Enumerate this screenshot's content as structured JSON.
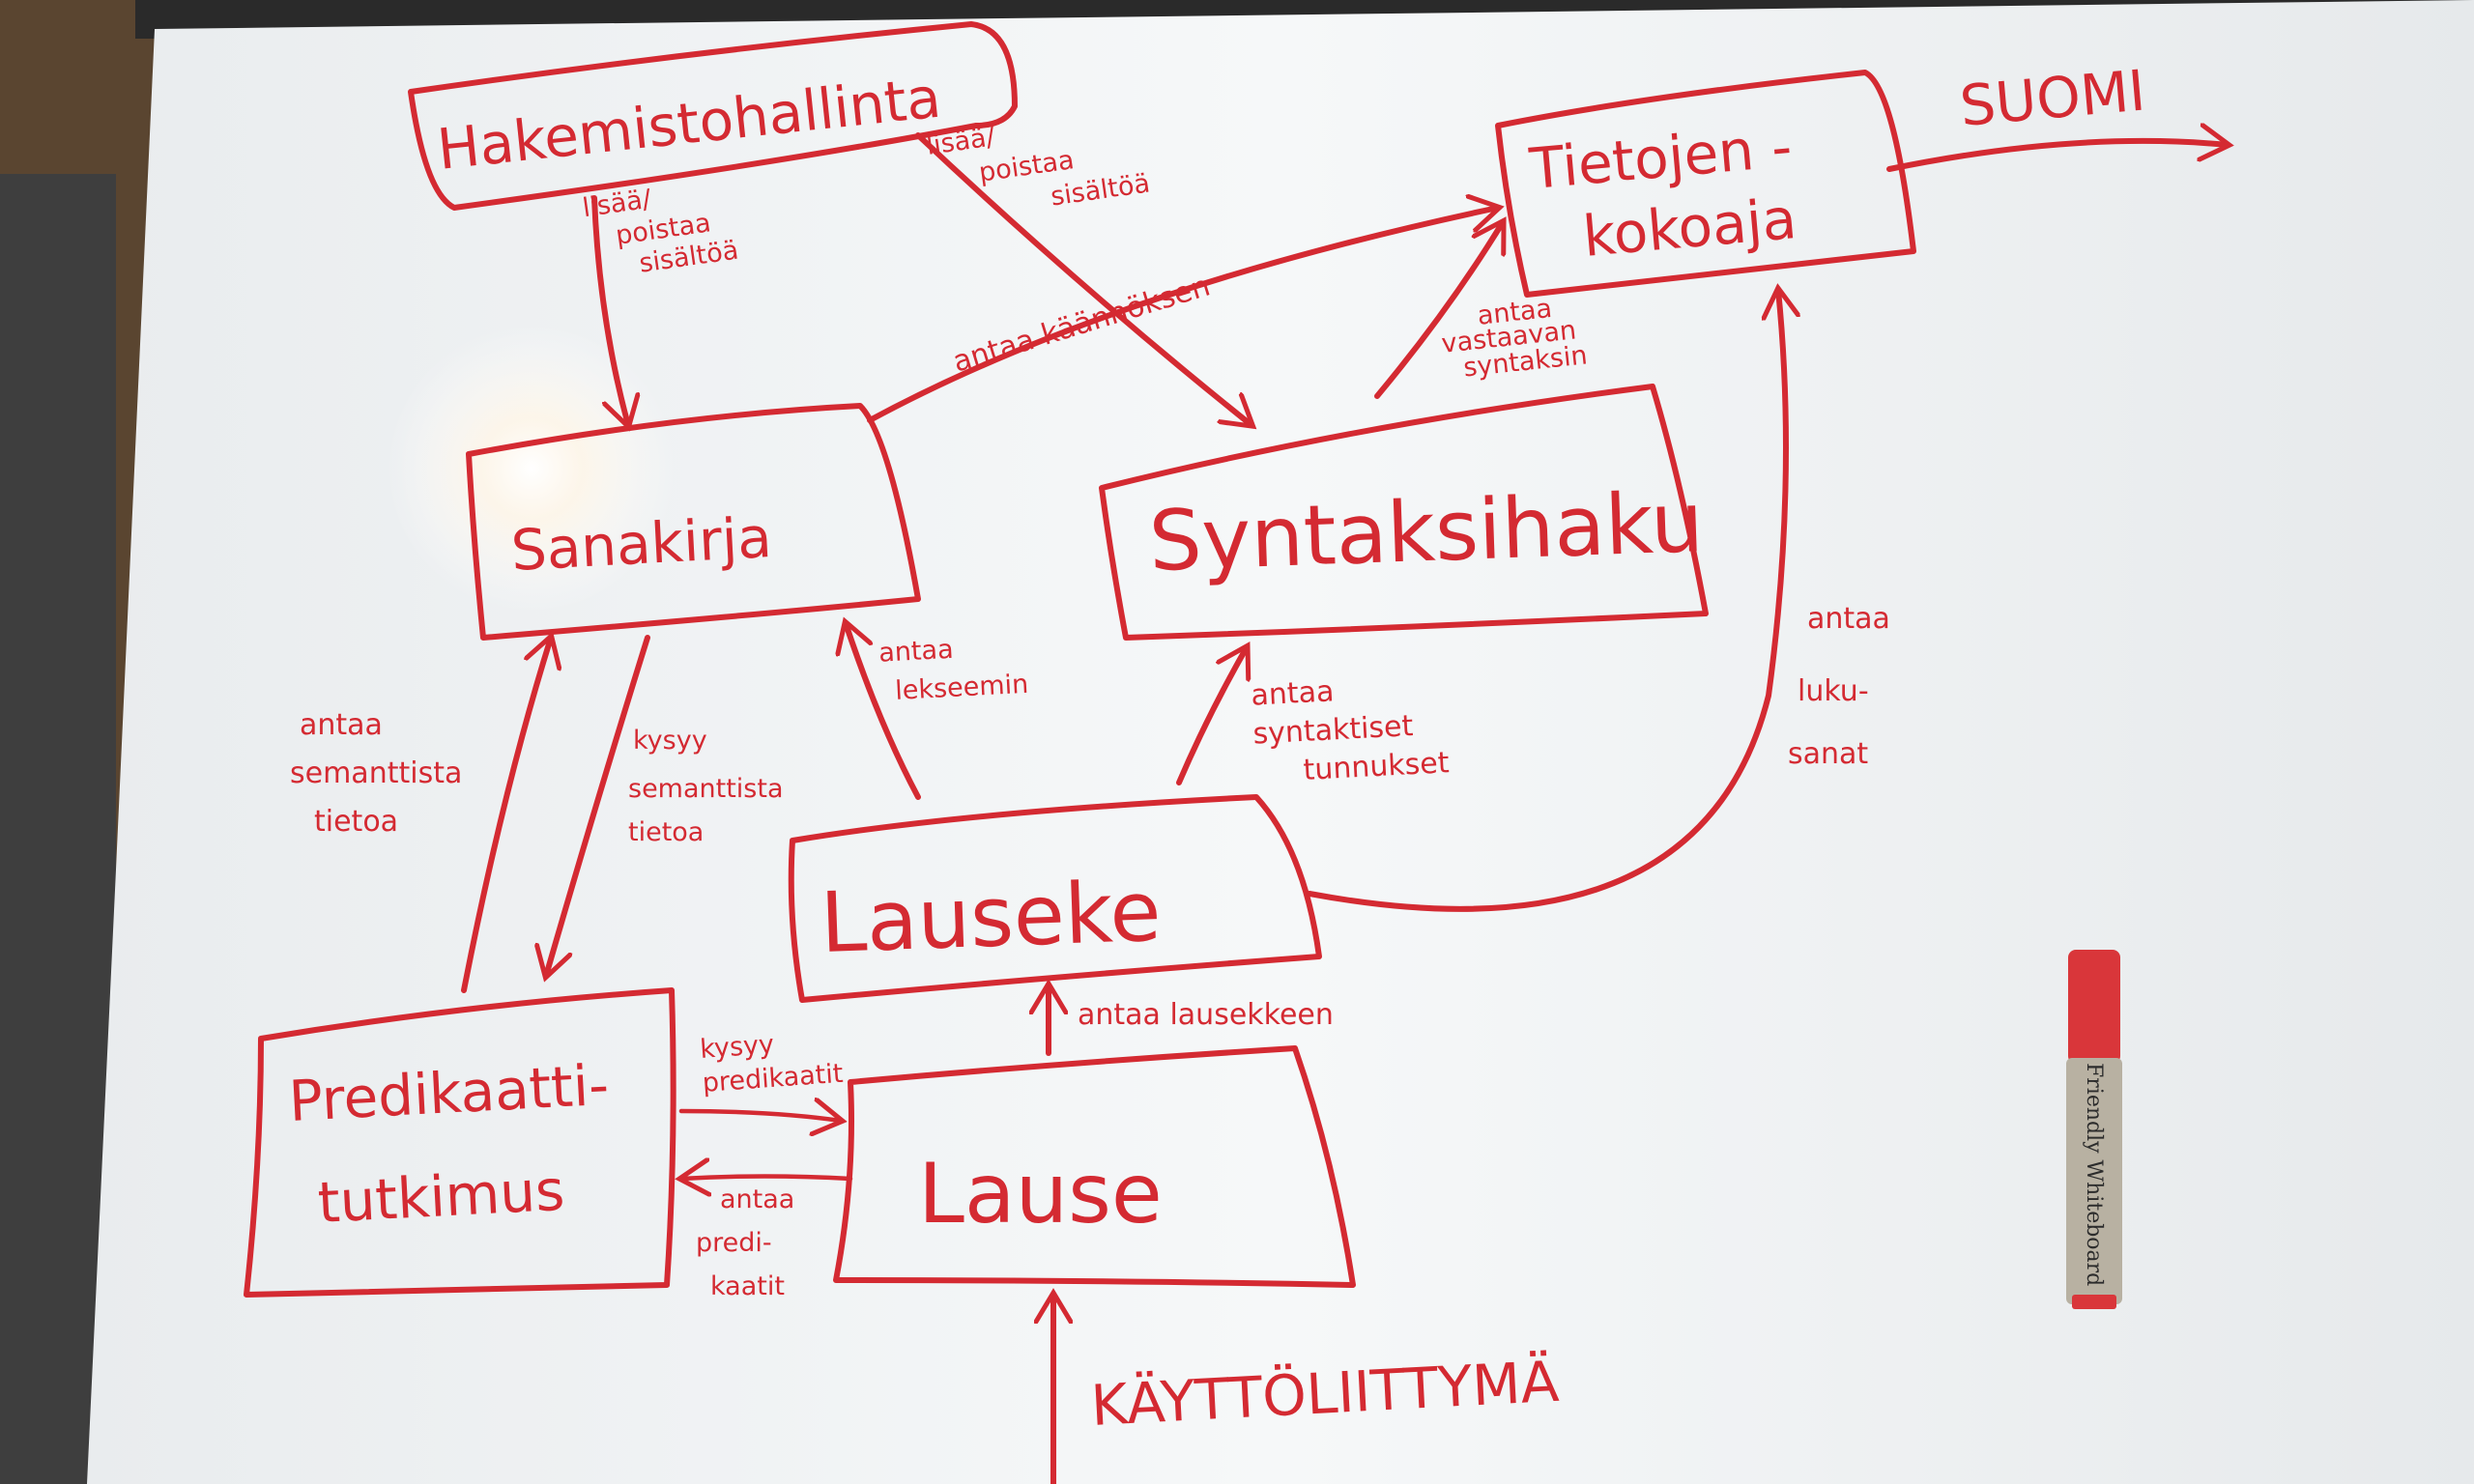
{
  "diagram": {
    "colors": {
      "ink": "#d42a32",
      "board": "#f4f6f7",
      "frame": "#2a2a2a",
      "wall": "#5a4530",
      "marker_body": "#b8b1a2",
      "marker_cap": "#d9363a"
    },
    "nodes": {
      "hakemistohallinta": "Hakemistohallinta",
      "tietojen_line1": "Tietojen -",
      "tietojen_line2": "kokoaja",
      "sanakirja": "Sanakirja",
      "syntaksihaku": "Syntaksihaku",
      "lauseke": "Lauseke",
      "predikaatti_line1": "Predikaatti-",
      "predikaatti_line2": "tutkimus",
      "lause": "Lause"
    },
    "labels": {
      "suomi": "SUOMI",
      "kayttoliittyma": "KÄYTTÖLIITTYMÄ",
      "lisaa_left": [
        "lisää/",
        "poistaa",
        "sisältöä"
      ],
      "lisaa_right": [
        "lisää/",
        "poistaa",
        "sisältöä"
      ],
      "antaa_kaannoksen": "antaa käännöksen",
      "antaa_vastaavan": [
        "antaa",
        "vastaavan",
        "syntaksin"
      ],
      "antaa_lukusanat": [
        "antaa",
        "luku-",
        "sanat"
      ],
      "antaa_lekseemin": [
        "antaa",
        "lekseemin"
      ],
      "antaa_syntaktiset": [
        "antaa",
        "syntaktiset",
        "tunnukset"
      ],
      "antaa_semanttista": [
        "antaa",
        "semanttista",
        "tietoa"
      ],
      "kysyy_semanttista": [
        "kysyy",
        "semanttista",
        "tietoa"
      ],
      "antaa_lausekkeen": "antaa lausekkeen",
      "kysyy_predikaatit": [
        "kysyy",
        "predikaatit"
      ],
      "antaa_predikaatit": [
        "antaa",
        "predi-",
        "kaatit"
      ]
    },
    "marker_label": "Friendly Whiteboard"
  }
}
